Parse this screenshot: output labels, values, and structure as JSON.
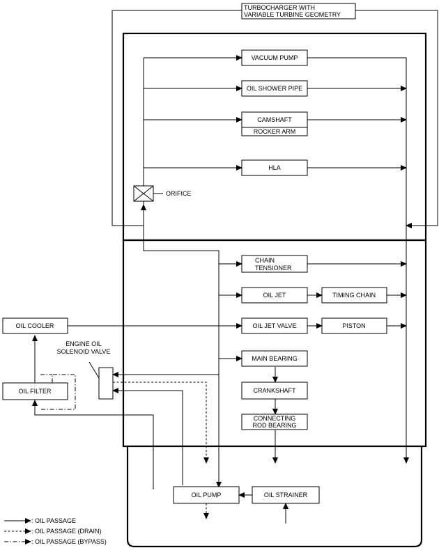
{
  "components": {
    "turbocharger_line1": "TURBOCHARGER WITH",
    "turbocharger_line2": "VARIABLE TURBINE GEOMETRY",
    "vacuum_pump": "VACUUM PUMP",
    "oil_shower_pipe": "OIL SHOWER PIPE",
    "camshaft": "CAMSHAFT",
    "rocker_arm": "ROCKER ARM",
    "hla": "HLA",
    "orifice": "ORIFICE",
    "chain_tensioner_line1": "CHAIN",
    "chain_tensioner_line2": "TENSIONER",
    "oil_jet": "OIL JET",
    "timing_chain": "TIMING CHAIN",
    "oil_cooler": "OIL COOLER",
    "oil_jet_valve": "OIL JET VALVE",
    "piston": "PISTON",
    "solenoid_line1": "ENGINE OIL",
    "solenoid_line2": "SOLENOID VALVE",
    "main_bearing": "MAIN BEARING",
    "oil_filter": "OIL FILTER",
    "crankshaft": "CRANKSHAFT",
    "conrod_line1": "CONNECTING",
    "conrod_line2": "ROD BEARING",
    "oil_pump": "OIL PUMP",
    "oil_strainer": "OIL STRAINER"
  },
  "legend": {
    "oil_passage": ": OIL PASSAGE",
    "drain": ": OIL PASSAGE (DRAIN)",
    "bypass": ": OIL PASSAGE (BYPASS)"
  }
}
